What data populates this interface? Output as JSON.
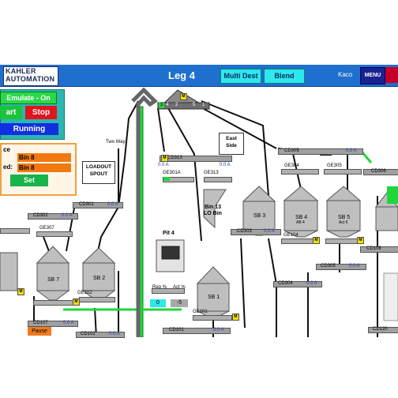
{
  "header": {
    "logo_line1": "KAHLER",
    "logo_line2": "AUTOMATION",
    "title": "Leg 4",
    "multi_dest": "Multi Dest",
    "blend": "Blend",
    "user": "Kaco",
    "menu": "MENU"
  },
  "controls": {
    "emulate": "Emulate - On",
    "start": "art",
    "stop": "Stop",
    "running": "Running"
  },
  "dest": {
    "source_label": "ce",
    "source_value": "Bin 8",
    "dest_label": "ed:",
    "dest_value": "Bin 8",
    "set": "Set"
  },
  "labels": {
    "two_way": "Two Way",
    "loadout": "LOADOUT\nSPOUT",
    "east_side": "East\nSide",
    "bin13": "Bin 13\nLO Bin",
    "pit4": "Pit 4",
    "req_pct": "Req %",
    "act_pct": "Act %",
    "req_val": "0",
    "act_val": "-5",
    "pause": "Pause",
    "head_spouts": [
      "3",
      "4",
      "2",
      "5",
      "1"
    ],
    "head_m": "M"
  },
  "silos": [
    "SB 7",
    "SB 2",
    "SB 1",
    "SB 3",
    "SB 4",
    "SB 5"
  ],
  "silo_extra": {
    "ab": "AB 4",
    "act": "Act 6"
  },
  "tags": {
    "cd302": "CD302",
    "cd301": "CD301",
    "cd313": "CD313",
    "cd305": "CD305",
    "cd306": "CD306",
    "cd303": "CD303",
    "cd304": "CD304",
    "cd107": "CD107",
    "cd102": "CD102",
    "cd101": "CD101",
    "cd108": "CD108",
    "cd120": "CD120",
    "ge307": "GE307",
    "ge301a": "GE301A",
    "ge313": "GE313",
    "ge304": "GE304",
    "ge305": "GE305",
    "ge102": "GE102",
    "ge101": "GE101",
    "ge104": "GE104"
  },
  "current_zero": "0.0 A",
  "colors": {
    "header": "#1f6fcf",
    "accent": "#2ee8ea",
    "green_leg": "#22d63a",
    "panel": "#2db6b0"
  }
}
